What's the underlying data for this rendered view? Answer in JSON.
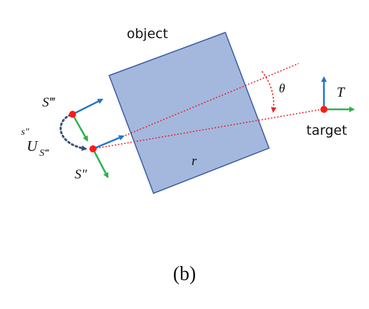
{
  "figure": {
    "caption": "(b)",
    "colors": {
      "object_fill": "#a4b8de",
      "object_stroke": "#3a5aa3",
      "ray": "#e8262b",
      "point": "#ff1a1a",
      "axis_blue": "#1f77c9",
      "axis_green": "#2eb04c",
      "path_dotted": "#3a4e7a",
      "text": "#111111"
    },
    "labels": {
      "object": "object",
      "target": "target",
      "T": "T",
      "theta": "θ",
      "r": "r",
      "S_triple": "S‴",
      "S_double": "S″",
      "U_main": "U",
      "U_presup": "s″",
      "U_sub": "S‴"
    },
    "icons": {
      "point": "red-dot",
      "frame": "coordinate-frame-axes"
    }
  }
}
